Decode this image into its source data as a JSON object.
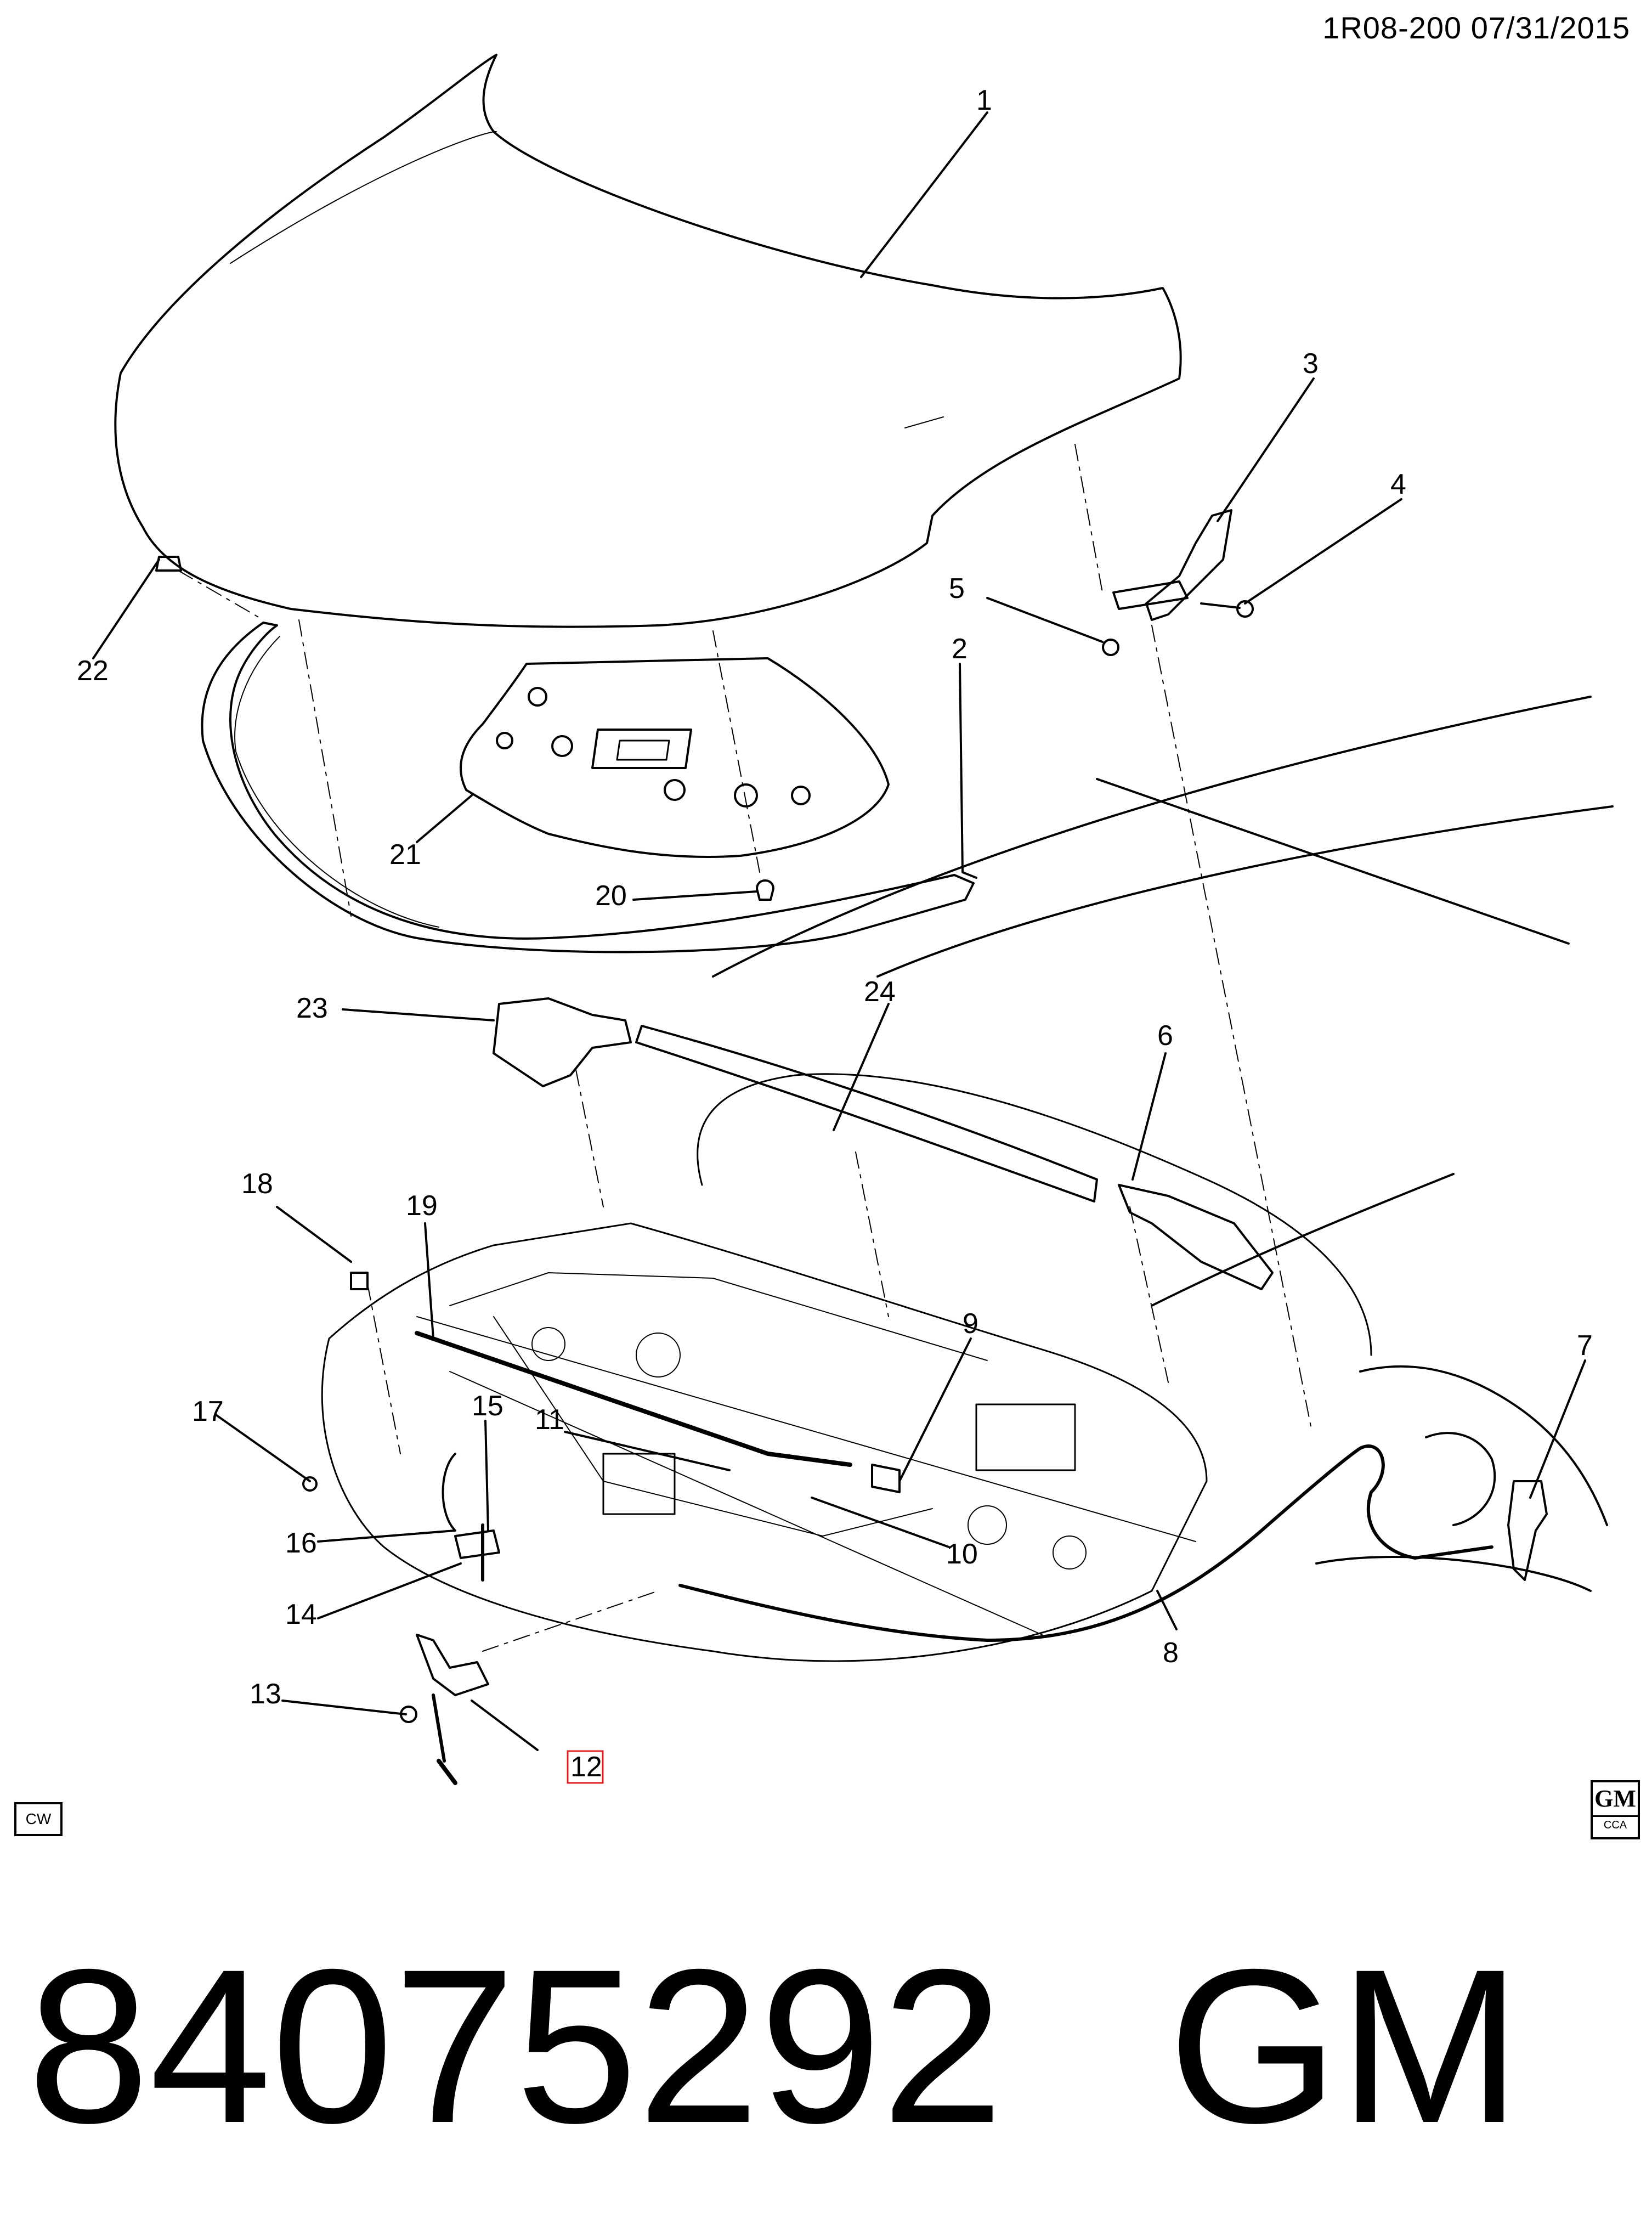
{
  "header": {
    "code_date": "1R08-200  07/31/2015"
  },
  "footer": {
    "part_number": "84075292",
    "brand": "GM"
  },
  "badges": {
    "cw": "CW",
    "logo_main": "GM",
    "logo_sub": "CCA"
  },
  "callouts": [
    {
      "id": "1",
      "label": "1"
    },
    {
      "id": "2",
      "label": "2"
    },
    {
      "id": "3",
      "label": "3"
    },
    {
      "id": "4",
      "label": "4"
    },
    {
      "id": "5",
      "label": "5"
    },
    {
      "id": "6",
      "label": "6"
    },
    {
      "id": "7",
      "label": "7"
    },
    {
      "id": "8",
      "label": "8"
    },
    {
      "id": "9",
      "label": "9"
    },
    {
      "id": "10",
      "label": "10"
    },
    {
      "id": "11",
      "label": "11"
    },
    {
      "id": "12",
      "label": "12"
    },
    {
      "id": "13",
      "label": "13"
    },
    {
      "id": "14",
      "label": "14"
    },
    {
      "id": "15",
      "label": "15"
    },
    {
      "id": "16",
      "label": "16"
    },
    {
      "id": "17",
      "label": "17"
    },
    {
      "id": "18",
      "label": "18"
    },
    {
      "id": "19",
      "label": "19"
    },
    {
      "id": "20",
      "label": "20"
    },
    {
      "id": "21",
      "label": "21"
    },
    {
      "id": "22",
      "label": "22"
    },
    {
      "id": "23",
      "label": "23"
    },
    {
      "id": "24",
      "label": "24"
    }
  ],
  "highlight_color": "#e02020"
}
